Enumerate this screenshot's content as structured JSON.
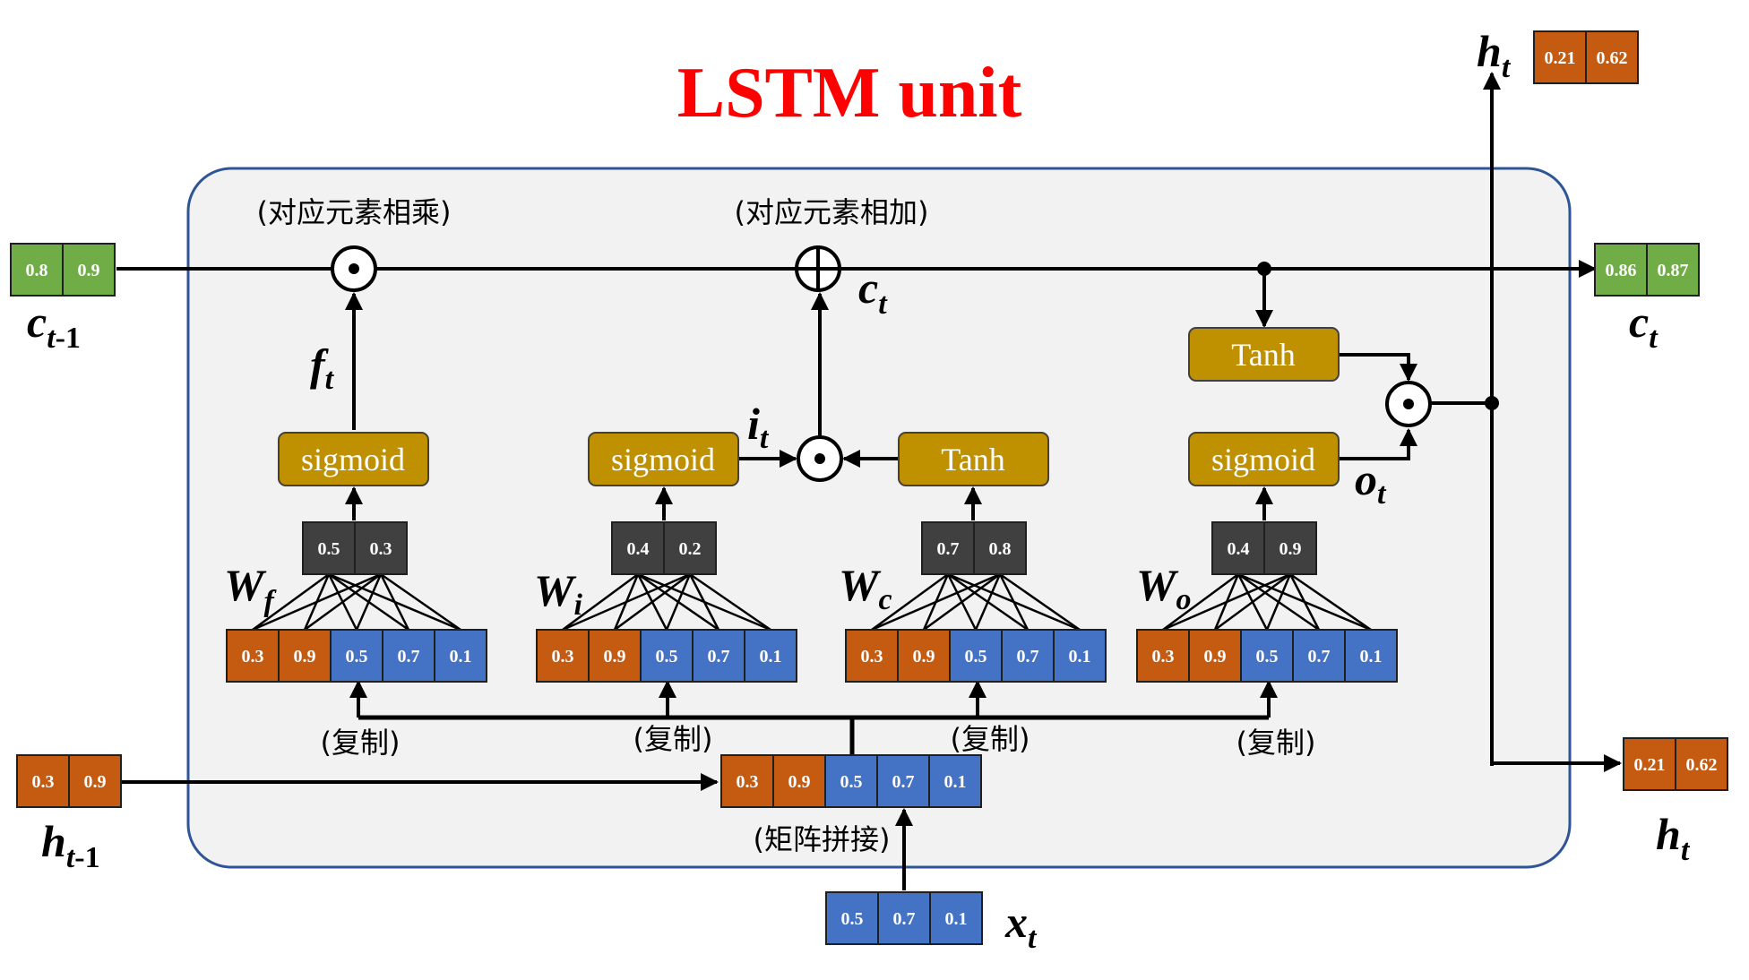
{
  "title": "LSTM unit",
  "colors": {
    "orange": "#c55a11",
    "blue": "#4472c4",
    "green": "#70ad47",
    "gray": "#404040",
    "gold": "#bf9000",
    "panel": "#f2f2f2",
    "panel_border": "#2f5597",
    "title": "#ff0000"
  },
  "icons": {
    "multiply": "element-wise-multiply-icon",
    "add": "element-wise-add-icon"
  },
  "annotations": {
    "mul": "(对应元素相乘)",
    "add": "(对应元素相加)",
    "concat": "(矩阵拼接)",
    "copy": "(复制)"
  },
  "activations": {
    "sigmoid": "sigmoid",
    "tanh": "Tanh"
  },
  "inputs": {
    "c_prev": {
      "values": [
        "0.8",
        "0.9"
      ],
      "main": "c",
      "sub": "t",
      "sub2": "-1"
    },
    "h_prev": {
      "values": [
        "0.3",
        "0.9"
      ],
      "main": "h",
      "sub": "t",
      "sub2": "-1"
    },
    "x": {
      "values": [
        "0.5",
        "0.7",
        "0.1"
      ],
      "main": "x",
      "sub": "t"
    }
  },
  "concat": {
    "values": [
      "0.3",
      "0.9",
      "0.5",
      "0.7",
      "0.1"
    ]
  },
  "gates": {
    "forget": {
      "label_main": "W",
      "label_sub": "f",
      "weights": [
        "0.5",
        "0.3"
      ],
      "out_main": "f",
      "out_sub": "t"
    },
    "input": {
      "label_main": "W",
      "label_sub": "i",
      "weights": [
        "0.4",
        "0.2"
      ],
      "out_main": "i",
      "out_sub": "t"
    },
    "candidate": {
      "label_main": "W",
      "label_sub": "c",
      "weights": [
        "0.7",
        "0.8"
      ]
    },
    "output": {
      "label_main": "W",
      "label_sub": "o",
      "weights": [
        "0.4",
        "0.9"
      ],
      "out_main": "o",
      "out_sub": "t"
    }
  },
  "c_mid": {
    "main": "c",
    "sub": "t"
  },
  "outputs": {
    "c_t": {
      "values": [
        "0.86",
        "0.87"
      ],
      "main": "c",
      "sub": "t"
    },
    "h_right": {
      "values": [
        "0.21",
        "0.62"
      ],
      "main": "h",
      "sub": "t"
    },
    "h_top": {
      "values": [
        "0.21",
        "0.62"
      ],
      "main": "h",
      "sub": "t"
    }
  }
}
